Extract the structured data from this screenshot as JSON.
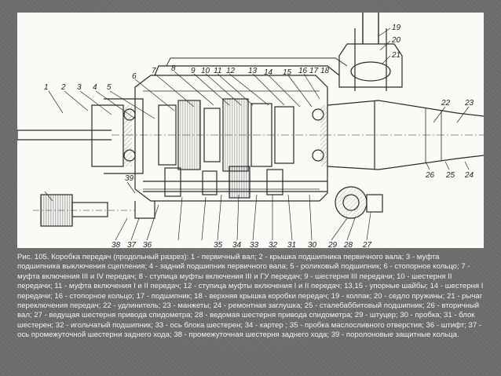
{
  "callouts": {
    "c1": "1",
    "c2": "2",
    "c3": "3",
    "c4": "4",
    "c5": "5",
    "c6": "6",
    "c7": "7",
    "c8": "8",
    "c9": "9",
    "c10": "10",
    "c11": "11",
    "c12": "12",
    "c13": "13",
    "c14": "14",
    "c15": "15",
    "c16": "16",
    "c17": "17",
    "c18": "18",
    "c19": "19",
    "c20": "20",
    "c21": "21",
    "c22": "22",
    "c23": "23",
    "c24": "24",
    "c25": "25",
    "c26": "26",
    "c27": "27",
    "c28": "28",
    "c29": "29",
    "c30": "30",
    "c31": "31",
    "c32": "32",
    "c33": "33",
    "c34": "34",
    "c35": "35",
    "c36": "36",
    "c37": "37",
    "c38": "38",
    "c39": "39"
  },
  "caption": "Рис. 105. Коробка передач (продольный разрез): 1 - первичный вал; 2 - крышка подшипника первичного вала; 3 - муфта подшипника выключения сцепления; 4 - задний подшипник первичного вала; 5 - роликовый подшипник; 6 - стопорное кольцо; 7 - муфта включения III и IV передач; 8 - ступица муфты включения III и ГУ передач; 9 - шестерня III передачи; 10 - шестерня II передачи; 11 - муфта включения I и II передач; 12 - ступица муфты включения I и II передач; 13,15 - упорные шайбы; 14 - шестерня I передачи; 16 - стопорное кольцо; 17 - подшипник; 18 - верхняя крышка коробки передач; 19 - колпак; 20 - седло пружины; 21 - рычаг переключения передач; 22 - удлинитель; 23 - манжеты; 24 - ремонтная заглушка; 25 - сталебаббитовый подшипник; 26 - вторичный вал; 27 - ведущая шестерня привода спидометра; 28 - ведомая шестерня привода спидометра; 29 - штуцер; 30 - пробка; 31 - блок шестерен; 32 - игольчатый подшипник; 33 - ось блока шестерен; 34 - картер ; 35 - пробка маслосливного отверстия; 36 - штифт; 37 - ось промежуточной шестерни заднего хода; 38 - промежуточная шестерня заднего хода; 39 - поролоновые защитные кольца."
}
